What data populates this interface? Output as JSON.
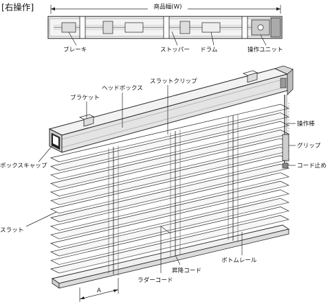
{
  "diagram": {
    "title": "[右操作]",
    "top_view": {
      "dimension_label": "商品幅(W)",
      "callouts": {
        "brake": "ブレーキ",
        "stopper": "ストッパー",
        "drum": "ドラム",
        "operation_unit": "操作ユニット"
      }
    },
    "main_view": {
      "callouts": {
        "head_box": "ヘッドボックス",
        "slat_clip": "スラットクリップ",
        "bracket": "ブラケット",
        "operation_rod": "操作棒",
        "grip": "グリップ",
        "cord_stopper": "コード止め",
        "box_cap": "ボックスキャップ",
        "slat": "スラット",
        "bottom_rail": "ボトムレール",
        "lift_cord": "昇降コード",
        "ladder_cord": "ラダーコード",
        "dimension_a": "A"
      },
      "slat_count": 14
    }
  }
}
